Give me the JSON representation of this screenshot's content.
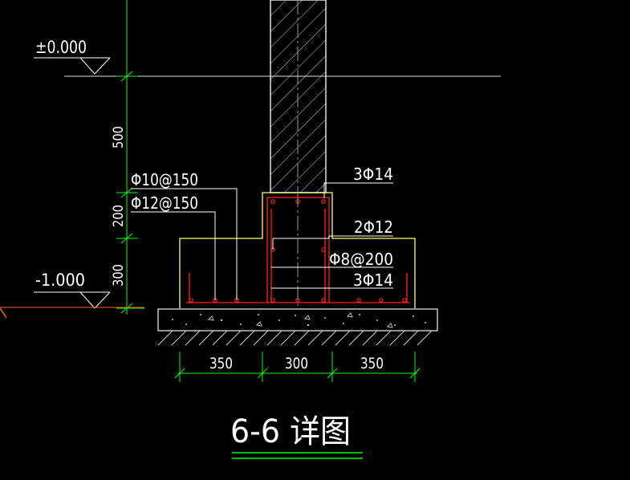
{
  "elevations": {
    "top": "±0.000",
    "bottom": "-1.000"
  },
  "vertical_dims": {
    "upper": "500",
    "middle": "200",
    "lower": "300"
  },
  "rebar_labels": {
    "top_right": "3Φ14",
    "stirrup_left_1": "Φ10@150",
    "stirrup_left_2": "Φ12@150",
    "middle_right": "2Φ12",
    "stirrup_right": "Φ8@200",
    "bottom_right": "3Φ14"
  },
  "horizontal_dims": [
    "350",
    "300",
    "350"
  ],
  "title": "6-6  详图",
  "colors": {
    "background": "#000000",
    "white": "#ffffff",
    "green": "#00ff00",
    "yellow": "#ffff66",
    "red": "#ff2020",
    "orange": "#ff6600",
    "grey": "#bfbfbf"
  }
}
